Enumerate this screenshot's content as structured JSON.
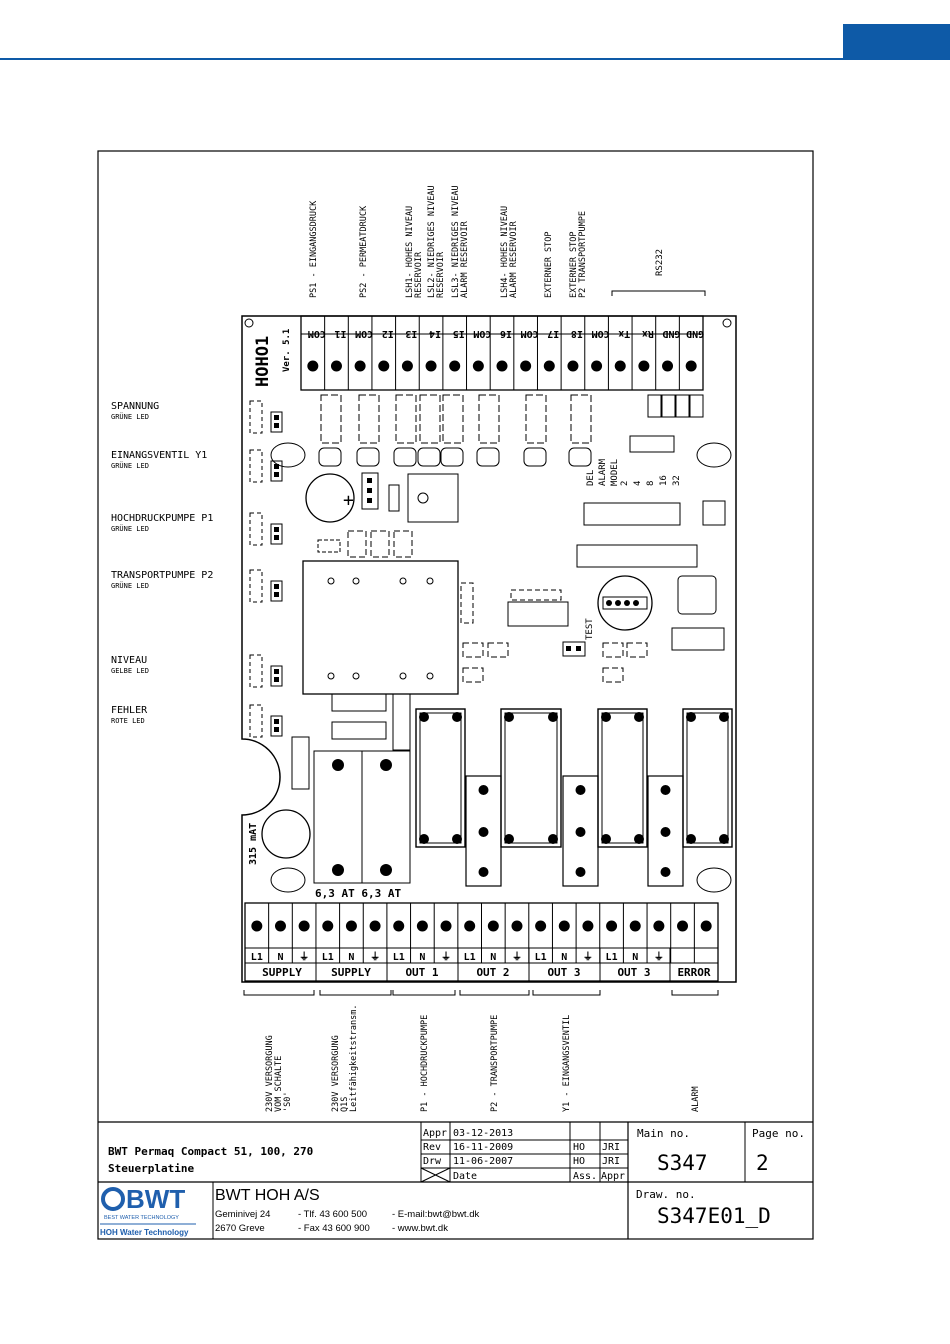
{
  "header": {
    "accent_color": "#0e5aa7"
  },
  "board": {
    "name": "HOHO1",
    "version": "Ver. 5.1",
    "top_labels": [
      {
        "line1": "PS1 -  EINGANGSDRUCK",
        "line2": ""
      },
      {
        "line1": "PS2 -  PERMEATDRUCK",
        "line2": ""
      },
      {
        "line1": "LSH1-  HOHES NIVEAU",
        "line2": "RESERVOIR"
      },
      {
        "line1": "LSL2-  NIEDRIGES NIVEAU",
        "line2": "RESERVOIR"
      },
      {
        "line1": "LSL3-  NIEDRIGES NIVEAU",
        "line2": "ALARM RESERVOIR"
      },
      {
        "line1": "LSH4-  HOHES NIVEAU",
        "line2": "ALARM RESERVOIR"
      },
      {
        "line1": "EXTERNER STOP",
        "line2": ""
      },
      {
        "line1": "EXTERNER STOP",
        "line2": "P2 TRANSPORTPUMPE"
      },
      {
        "line1": "RS232",
        "line2": ""
      }
    ],
    "top_terminals": [
      "COM",
      "I1",
      "COM",
      "I2",
      "I3",
      "I4",
      "I5",
      "COM",
      "I6",
      "COM",
      "I7",
      "I8",
      "COM",
      "Tx",
      "Rx",
      "GND",
      "GND"
    ],
    "leds": [
      {
        "name": "SPANNUNG",
        "color": "GRÜNE LED"
      },
      {
        "name": "EINANGSVENTIL Y1",
        "color": "GRÜNE LED"
      },
      {
        "name": "HOCHDRUCKPUMPE P1",
        "color": "GRÜNE LED"
      },
      {
        "name": "TRANSPORTPUMPE P2",
        "color": "GRÜNE LED"
      },
      {
        "name": "NIVEAU",
        "color": "GELBE LED"
      },
      {
        "name": "FEHLER",
        "color": "ROTE LED"
      }
    ],
    "dip_labels": [
      "DEL",
      "ALARM",
      "MODEL",
      "2",
      "4",
      "8",
      "16",
      "32"
    ],
    "test_label": "TEST",
    "fuse_small": "315 mAT",
    "fuse_big": "6,3 AT 6,3 AT",
    "bottom_terminal_letters": [
      "L1",
      "N",
      "⏚",
      "L1",
      "N",
      "⏚",
      "L1",
      "N",
      "⏚",
      "L1",
      "N",
      "⏚",
      "L1",
      "N",
      "⏚",
      "L1",
      "N",
      "⏚",
      "",
      ""
    ],
    "bottom_groups": [
      "SUPPLY",
      "SUPPLY",
      "OUT 1",
      "OUT 2",
      "OUT 3",
      "OUT 3",
      "ERROR"
    ],
    "bottom_descriptions": [
      {
        "line1": "230V VERSORGUNG",
        "line2": "VOM SCHALTE",
        "line3": "'S0'"
      },
      {
        "line1": "230V VERSORGUNG",
        "line2": "Q1S",
        "line3": "Leitfähigkeitstransm."
      },
      {
        "line1": "P1 - HOCHDRUCKPUMPE",
        "line2": "",
        "line3": ""
      },
      {
        "line1": "P2 - TRANSPORTPUMPE",
        "line2": "",
        "line3": ""
      },
      {
        "line1": "Y1 - EINGANGSVENTIL",
        "line2": "",
        "line3": ""
      },
      {
        "line1": "ALARM",
        "line2": "",
        "line3": ""
      }
    ]
  },
  "title_block": {
    "title_line1": "BWT Permaq Compact 51, 100, 270",
    "title_line2": "Steuerplatine",
    "revisions": [
      {
        "label": "Appr",
        "date": "03-12-2013",
        "by": "",
        "by2": ""
      },
      {
        "label": "Rev",
        "date": "16-11-2009",
        "by": "HO",
        "by2": "JRI"
      },
      {
        "label": "Drw",
        "date": "11-06-2007",
        "by": "HO",
        "by2": "JRI"
      }
    ],
    "date_label": "Date",
    "ass_label": "Ass.",
    "appr_label": "Appr",
    "main_no_label": "Main no.",
    "main_no": "S347",
    "page_no_label": "Page no.",
    "page_no": "2",
    "draw_no_label": "Draw. no.",
    "draw_no": "S347E01_D",
    "logo_text": "BWT",
    "logo_tagline": "BEST WATER TECHNOLOGY",
    "logo_sub": "HOH Water Technology",
    "company": "BWT HOH A/S",
    "address1": "Geminivej 24",
    "address2": "2670  Greve",
    "phone": "- Tlf. 43 600 500",
    "fax": "- Fax  43 600 900",
    "email": "- E-mail:bwt@bwt.dk",
    "web": "- www.bwt.dk",
    "brand_color": "#1f5fad"
  }
}
